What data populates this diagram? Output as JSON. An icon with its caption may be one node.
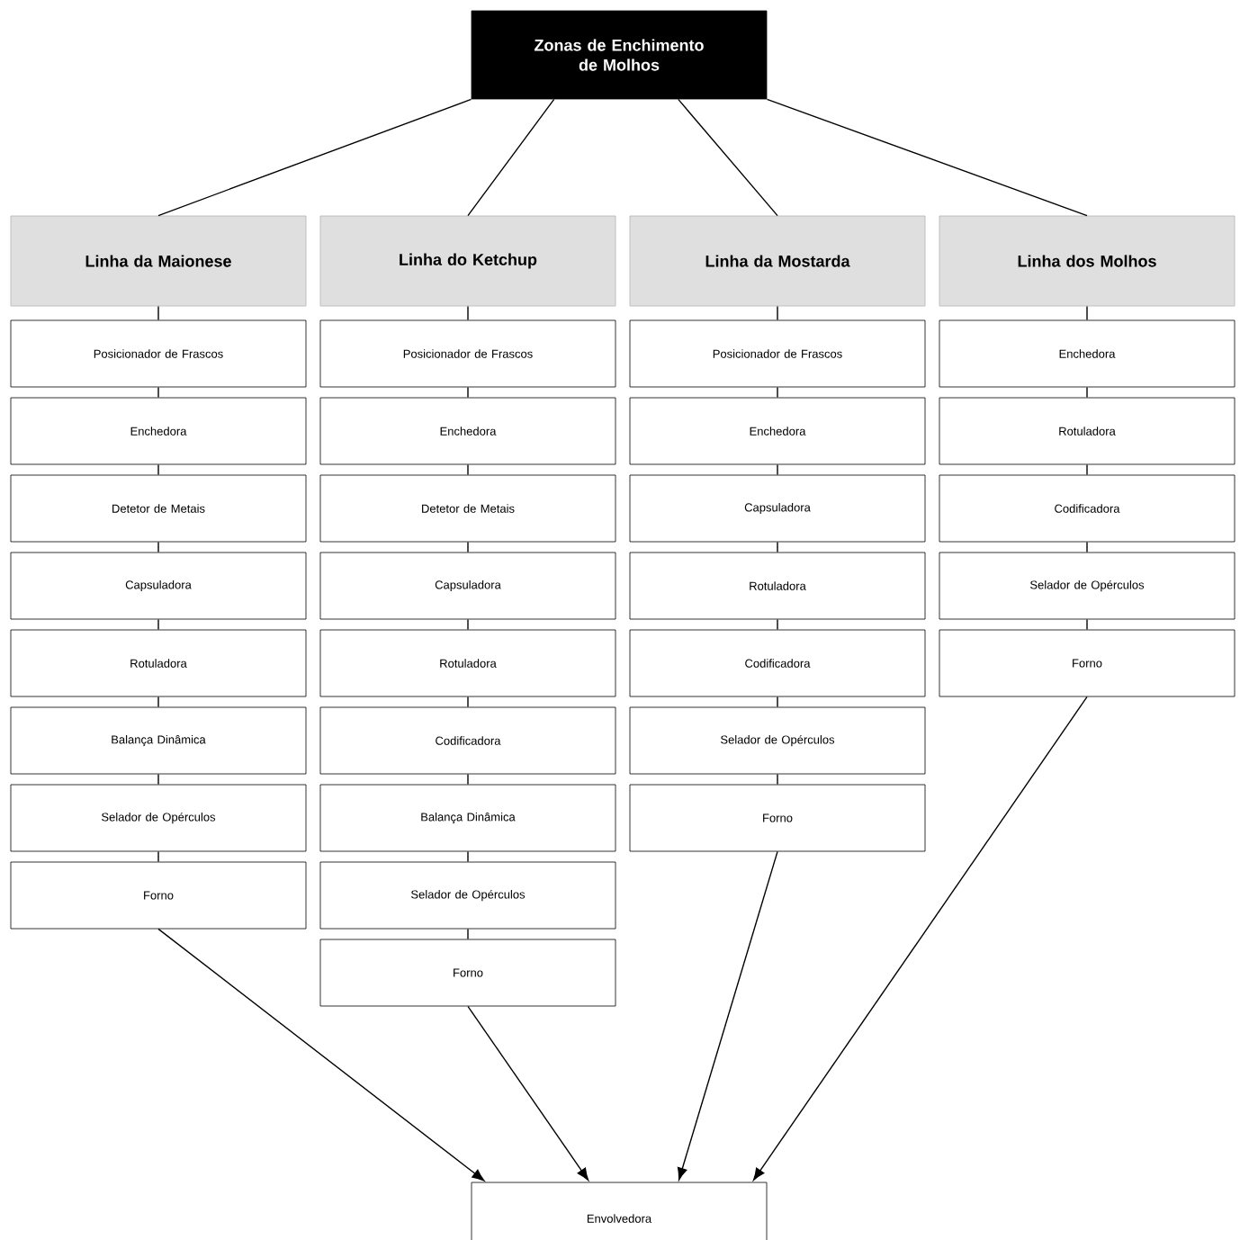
{
  "diagram": {
    "nodes": [
      {
        "text": [
          "Zonas de Enchimento de Molhos"
        ]
      },
      {
        "text": [
          "Linha da Maionese"
        ]
      },
      {
        "text": [
          "Posicionador de Frascos"
        ]
      },
      {
        "text": [
          "Enchedora"
        ]
      },
      {
        "text": [
          "Detetor de Metais"
        ]
      },
      {
        "text": [
          "Capsuladora"
        ]
      },
      {
        "text": [
          "Rotuladora"
        ]
      },
      {
        "text": [
          "Balança Dinâmica"
        ]
      },
      {
        "text": [
          "Selador de Opérculos"
        ]
      },
      {
        "text": [
          "Forno"
        ]
      },
      {
        "text": [
          "Linha do Ketchup"
        ]
      },
      {
        "text": [
          "Posicionador de Frascos"
        ]
      },
      {
        "text": [
          "Enchedora"
        ]
      },
      {
        "text": [
          "Detetor de Metais"
        ]
      },
      {
        "text": [
          "Capsuladora"
        ]
      },
      {
        "text": [
          "Rotuladora"
        ]
      },
      {
        "text": [
          "Codificadora"
        ]
      },
      {
        "text": [
          "Balança Dinâmica"
        ]
      },
      {
        "text": [
          "Selador de Opérculos"
        ]
      },
      {
        "text": [
          "Forno"
        ]
      },
      {
        "text": [
          "Linha da Mostarda"
        ]
      },
      {
        "text": [
          "Posicionador de Frascos"
        ]
      },
      {
        "text": [
          "Enchedora"
        ]
      },
      {
        "text": [
          "Capsuladora"
        ]
      },
      {
        "text": [
          "Rotuladora"
        ]
      },
      {
        "text": [
          "Codificadora"
        ]
      },
      {
        "text": [
          "Selador de Opérculos"
        ]
      },
      {
        "text": [
          "Forno"
        ]
      },
      {
        "text": [
          "Linha dos Molhos"
        ]
      },
      {
        "text": [
          "Enchedora"
        ]
      },
      {
        "text": [
          "Rotuladora"
        ]
      },
      {
        "text": [
          "Codificadora"
        ]
      },
      {
        "text": [
          "Selador de Opérculos"
        ]
      },
      {
        "text": [
          "Forno"
        ]
      },
      {
        "text": [
          "Envolvedora"
        ]
      }
    ],
    "edges": [
      {
        "from": 0,
        "to": 1,
        "arrow": "none"
      },
      {
        "from": 0,
        "to": 10,
        "arrow": "none"
      },
      {
        "from": 0,
        "to": 20,
        "arrow": "none"
      },
      {
        "from": 0,
        "to": 28,
        "arrow": "none"
      },
      {
        "from": 1,
        "to": 2,
        "arrow": "none"
      },
      {
        "from": 2,
        "to": 3,
        "arrow": "none"
      },
      {
        "from": 3,
        "to": 4,
        "arrow": "none"
      },
      {
        "from": 4,
        "to": 5,
        "arrow": "none"
      },
      {
        "from": 5,
        "to": 6,
        "arrow": "none"
      },
      {
        "from": 6,
        "to": 7,
        "arrow": "none"
      },
      {
        "from": 7,
        "to": 8,
        "arrow": "none"
      },
      {
        "from": 8,
        "to": 9,
        "arrow": "none"
      },
      {
        "from": 10,
        "to": 11,
        "arrow": "none"
      },
      {
        "from": 11,
        "to": 12,
        "arrow": "none"
      },
      {
        "from": 12,
        "to": 13,
        "arrow": "none"
      },
      {
        "from": 13,
        "to": 14,
        "arrow": "none"
      },
      {
        "from": 14,
        "to": 15,
        "arrow": "none"
      },
      {
        "from": 15,
        "to": 16,
        "arrow": "none"
      },
      {
        "from": 16,
        "to": 17,
        "arrow": "none"
      },
      {
        "from": 17,
        "to": 18,
        "arrow": "none"
      },
      {
        "from": 18,
        "to": 19,
        "arrow": "none"
      },
      {
        "from": 20,
        "to": 21,
        "arrow": "none"
      },
      {
        "from": 21,
        "to": 22,
        "arrow": "none"
      },
      {
        "from": 22,
        "to": 23,
        "arrow": "none"
      },
      {
        "from": 23,
        "to": 24,
        "arrow": "none"
      },
      {
        "from": 24,
        "to": 25,
        "arrow": "none"
      },
      {
        "from": 25,
        "to": 26,
        "arrow": "none"
      },
      {
        "from": 26,
        "to": 27,
        "arrow": "none"
      },
      {
        "from": 28,
        "to": 29,
        "arrow": "none"
      },
      {
        "from": 29,
        "to": 30,
        "arrow": "none"
      },
      {
        "from": 30,
        "to": 31,
        "arrow": "none"
      },
      {
        "from": 31,
        "to": 32,
        "arrow": "none"
      },
      {
        "from": 32,
        "to": 33,
        "arrow": "none"
      },
      {
        "from": 9,
        "to": 34,
        "arrow": "to"
      },
      {
        "from": 19,
        "to": 34,
        "arrow": "to"
      },
      {
        "from": 27,
        "to": 34,
        "arrow": "to"
      },
      {
        "from": 33,
        "to": 34,
        "arrow": "to"
      }
    ]
  }
}
